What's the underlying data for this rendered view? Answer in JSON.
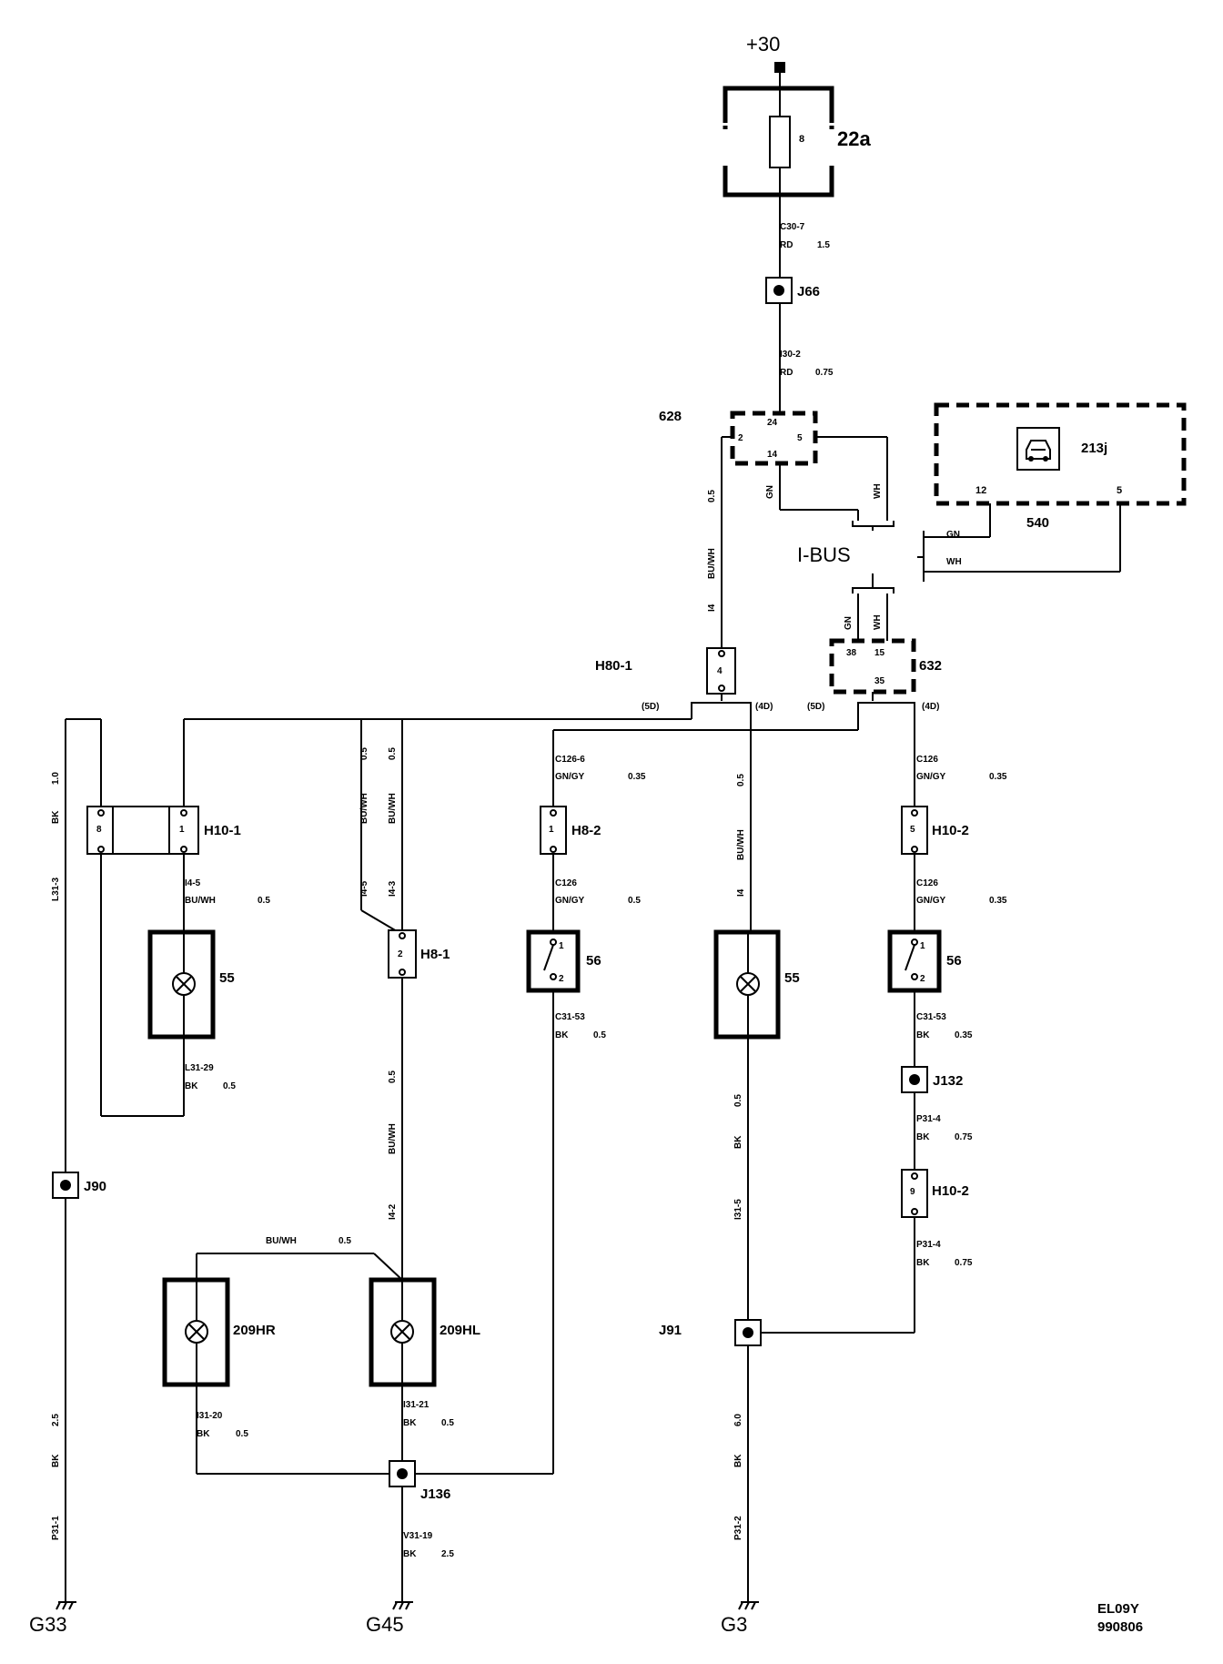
{
  "supply": "+30",
  "fuse": {
    "number": "8",
    "id": "22a"
  },
  "grounds": [
    "G33",
    "G45",
    "G3"
  ],
  "diagram_code": "EL09Y",
  "diagram_date": "990806",
  "bus": {
    "label": "I-BUS",
    "gn": "GN",
    "wh": "WH"
  },
  "modules": {
    "m628": {
      "id": "628",
      "pin_top": "24",
      "pin_left": "2",
      "pin_right": "5",
      "pin_bottom": "14"
    },
    "m632": {
      "id": "632",
      "pin_a": "38",
      "pin_b": "15",
      "pin_c": "35"
    },
    "m540": {
      "id": "540",
      "icon_label": "213j",
      "pin_gn": "12",
      "pin_wh": "5"
    }
  },
  "connectors": {
    "h80_1": {
      "id": "H80-1",
      "pin": "4"
    },
    "h10_1": {
      "id": "H10-1",
      "pin_a": "8",
      "pin_b": "1"
    },
    "h8_1": {
      "id": "H8-1",
      "pin": "2"
    },
    "h8_2": {
      "id": "H8-2",
      "pin": "1"
    },
    "h10_2a": {
      "id": "H10-2",
      "pin": "5"
    },
    "h10_2b": {
      "id": "H10-2",
      "pin": "9"
    }
  },
  "junctions": [
    "J66",
    "J90",
    "J91",
    "J132",
    "J136"
  ],
  "components": {
    "lamp_55_left": "55",
    "lamp_55_right": "55",
    "switch_56_left": {
      "id": "56",
      "p1": "1",
      "p2": "2"
    },
    "switch_56_right": {
      "id": "56",
      "p1": "1",
      "p2": "2"
    },
    "lamp_209hr": "209HR",
    "lamp_209hl": "209HL"
  },
  "branch_labels": {
    "d5": "(5D)",
    "d4": "(4D)"
  },
  "wires": {
    "c30_7": [
      "C30-7",
      "RD",
      "1.5"
    ],
    "i30_2": [
      "I30-2",
      "RD",
      "0.75"
    ],
    "v628_left": [
      "0.5",
      "BU/WH",
      "I4"
    ],
    "v628_gn": "GN",
    "v628_wh": "WH",
    "v632_gn": "GN",
    "v632_wh": "WH",
    "l31_3": [
      "1.0",
      "BK",
      "L31-3"
    ],
    "h10_1_a": [
      "I4-5",
      "BU/WH",
      "0.5"
    ],
    "l31_29": [
      "L31-29",
      "BK",
      "0.5"
    ],
    "bu1": [
      "0.5",
      "BU/WH",
      "I4-5"
    ],
    "bu2": [
      "0.5",
      "BU/WH",
      "I4-3"
    ],
    "c126_6": [
      "C126-6",
      "GN/GY",
      "0.35"
    ],
    "c126_l": [
      "C126",
      "GN/GY",
      "0.5"
    ],
    "c31_53_l": [
      "C31-53",
      "BK",
      "0.5"
    ],
    "mid_bu": [
      "0.5",
      "BU/WH",
      "I4"
    ],
    "c126_r1": [
      "C126",
      "GN/GY",
      "0.35"
    ],
    "c126_r2": [
      "C126",
      "GN/GY",
      "0.35"
    ],
    "c31_53_r": [
      "C31-53",
      "BK",
      "0.35"
    ],
    "p31_4a": [
      "P31-4",
      "BK",
      "0.75"
    ],
    "p31_4b": [
      "P31-4",
      "BK",
      "0.75"
    ],
    "h8_1_down": [
      "0.5",
      "BU/WH",
      "I4-2"
    ],
    "mid_bk": [
      "0.5",
      "BK",
      "I31-5"
    ],
    "bu_wh_top": [
      "BU/WH",
      "0.5"
    ],
    "i31_20": [
      "I31-20",
      "BK",
      "0.5"
    ],
    "i31_21": [
      "I31-21",
      "BK",
      "0.5"
    ],
    "p31_1": [
      "2.5",
      "BK",
      "P31-1"
    ],
    "v31_19": [
      "V31-19",
      "BK",
      "2.5"
    ],
    "p31_2": [
      "6.0",
      "BK",
      "P31-2"
    ]
  }
}
